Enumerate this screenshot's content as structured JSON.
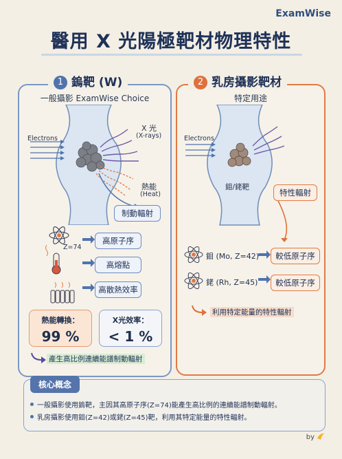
{
  "brand": "ExamWise",
  "title": "醫用 X 光陽極靶材物理特性",
  "left": {
    "num": "1",
    "title": "鎢靶 (W)",
    "subtitle": "一般攝影 ExamWise Choice",
    "electrons": "Electrons",
    "xray": "X 光",
    "xray_en": "(X-rays)",
    "heat": "熱能",
    "heat_en": "(Heat)",
    "brems": "制動輻射",
    "z_label": "Z=74",
    "props": [
      "高原子序",
      "高熔點",
      "高散熱效率"
    ],
    "stat1_label": "熱能轉換：",
    "stat1_value": "99 %",
    "stat2_label": "X光效率：",
    "stat2_value": "< 1 %",
    "bottom_note": "產生高比例連續能譜制動輻射"
  },
  "right": {
    "num": "2",
    "title": "乳房攝影靶材",
    "subtitle": "特定用途",
    "electrons": "Electrons",
    "target": "鉬/銠靶",
    "char": "特性輻射",
    "mo": "鉬 (Mo, Z=42)",
    "rh": "銠 (Rh, Z=45)",
    "low_z": "較低原子序",
    "bottom_note": "利用特定能量的特性輻射"
  },
  "core": {
    "tag": "核心概念",
    "lines": [
      "一般攝影使用鎢靶，主因其高原子序(Z=74)能產生高比例的連續能譜制動輻射。",
      "乳房攝影使用鉬(Z=42)或銠(Z=45)靶，利用其特定能量的特性輻射。"
    ]
  },
  "footer": "by",
  "colors": {
    "blue": "#4f73ad",
    "orange": "#e0703b",
    "navy": "#1e3158"
  }
}
